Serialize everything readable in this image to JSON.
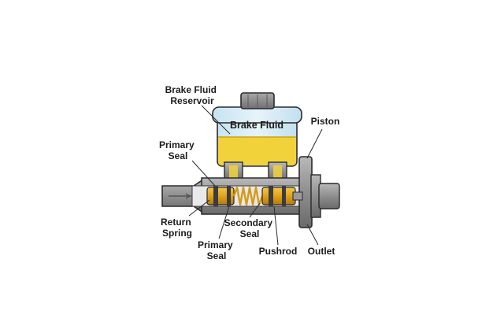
{
  "diagram": {
    "reservoir_fluid_label": "Brake Fluid",
    "labels": {
      "reservoir": [
        "Brake Fluid",
        "Reservoir"
      ],
      "primary_seal_top": [
        "Primary",
        "Seal"
      ],
      "return_spring": [
        "Return",
        "Spring"
      ],
      "primary_seal_bottom": [
        "Primary",
        "Seal"
      ],
      "secondary_seal": [
        "Secondary",
        "Seal"
      ],
      "pushrod": [
        "Pushrod"
      ],
      "piston": [
        "Piston"
      ],
      "outlet": [
        "Outlet"
      ]
    }
  },
  "colors": {
    "fluid": "#f2d23a",
    "reservoir_glass": "#d6ecf7",
    "metal": "#8f8f8f",
    "metal_dark": "#5f5f5f",
    "piston_brass": "#e0a21c",
    "outline": "#2b2b2b"
  }
}
